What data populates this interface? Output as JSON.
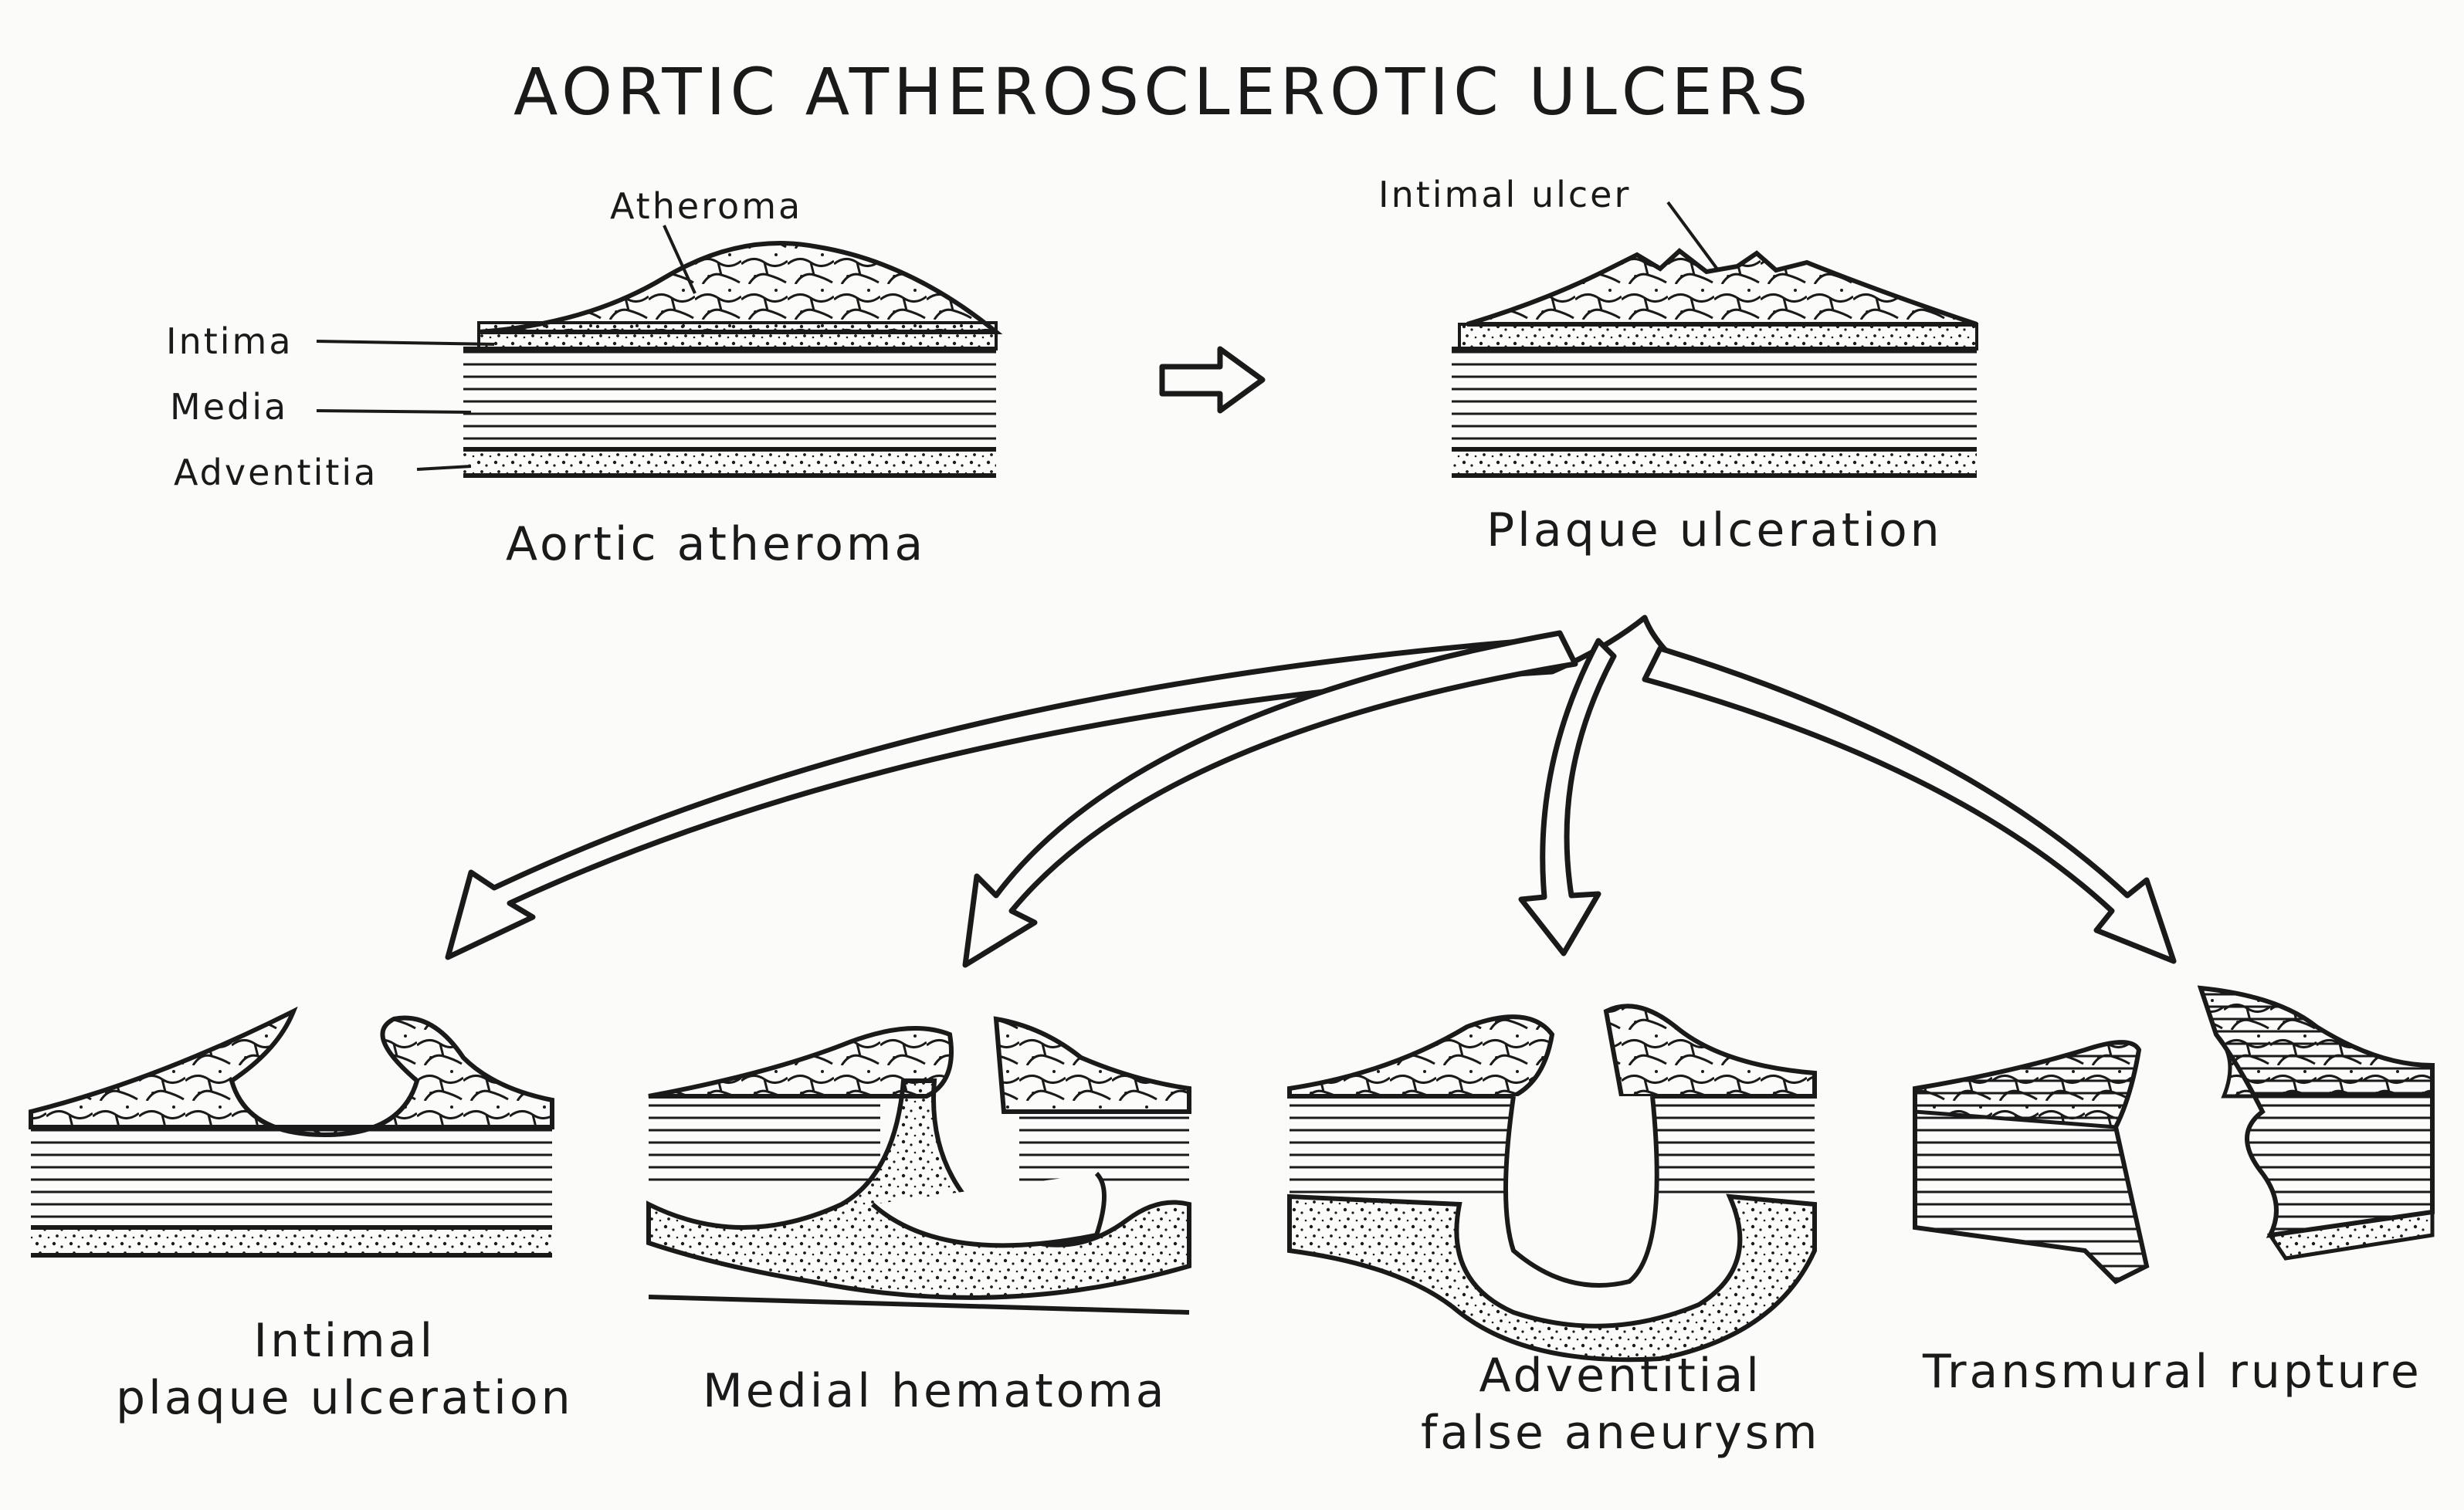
{
  "title": "AORTIC ATHEROSCLEROTIC ULCERS",
  "top_left": {
    "caption": "Aortic atheroma",
    "labels": {
      "atheroma": "Atheroma",
      "intima": "Intima",
      "media": "Media",
      "adventitia": "Adventitia"
    }
  },
  "top_right": {
    "caption": "Plaque ulceration",
    "labels": {
      "intimal_ulcer": "Intimal ulcer"
    }
  },
  "outcomes": [
    {
      "line1": "Intimal",
      "line2": "plaque ulceration"
    },
    {
      "line1": "Medial hematoma",
      "line2": ""
    },
    {
      "line1": "Adventitial",
      "line2": "false aneurysm"
    },
    {
      "line1": "Transmural rupture",
      "line2": ""
    }
  ],
  "colors": {
    "ink": "#1a1a1a",
    "paper": "#fbfbfa"
  }
}
